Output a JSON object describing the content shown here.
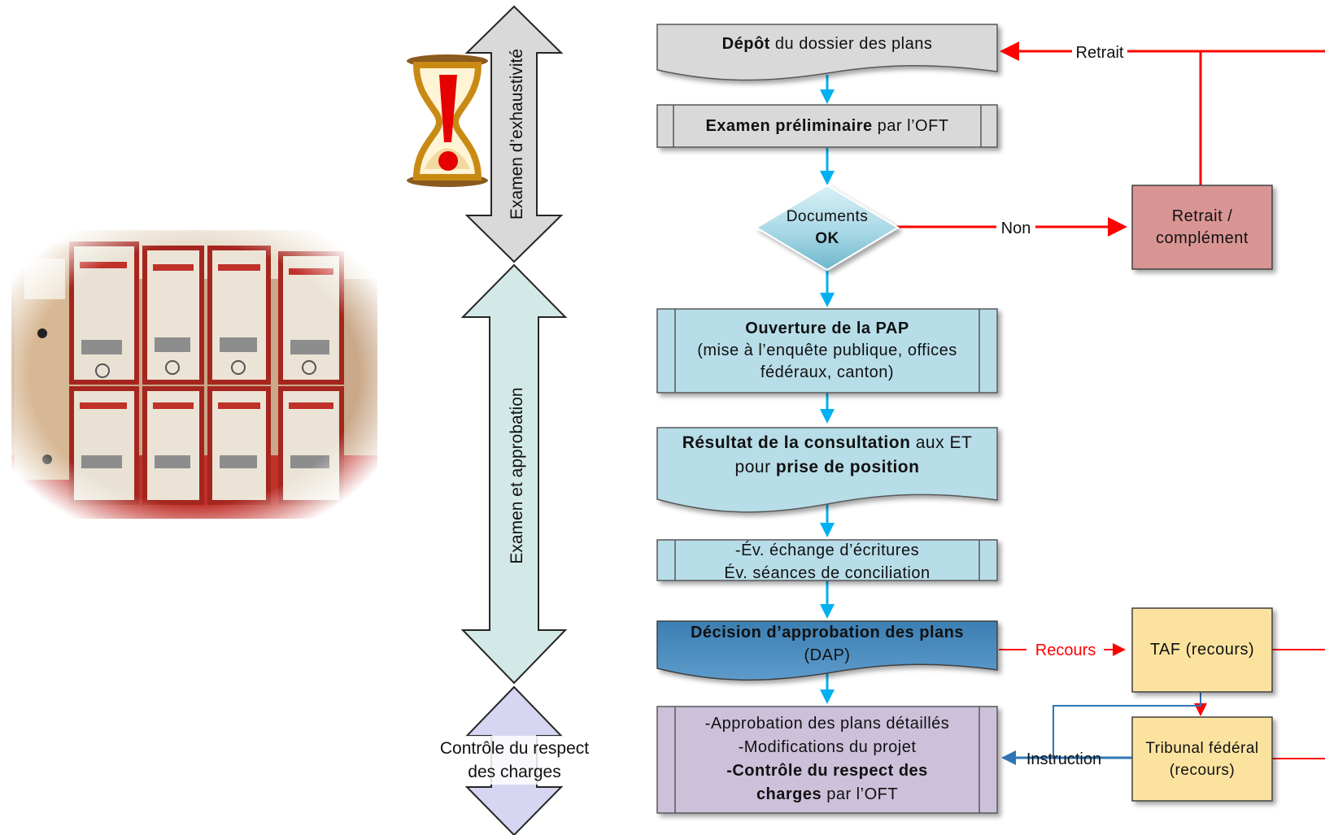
{
  "photo": {
    "kind": "photo-of-archive-boxes"
  },
  "phases": [
    {
      "label": "Examen d’exhaustivité",
      "color": "#d9d9d9"
    },
    {
      "label": "Examen et approbation",
      "color": "#d3e9e7"
    },
    {
      "label": "Contrôle du respect des charges",
      "color": "#d6d6f2"
    }
  ],
  "nodes": {
    "depot": {
      "bold": "Dépôt",
      "text": " du dossier des plans"
    },
    "examen_prelim": {
      "bold": "Examen préliminaire",
      "text": " par l’OFT"
    },
    "documents_ok": {
      "line1": "Documents",
      "line2": "OK"
    },
    "retrait_complement": {
      "line1": "Retrait /",
      "line2": "complément"
    },
    "ouverture_pap": {
      "bold": "Ouverture de la PAP",
      "line2": "(mise à l’enquête publique, offices",
      "line3": "fédéraux, canton)"
    },
    "resultat": {
      "bold": "Résultat de la consultation",
      "text": " aux ET",
      "line2a": "pour ",
      "line2b": "prise de position"
    },
    "echange": {
      "line1": "-Év. échange d’écritures",
      "line2": "Év. séances de conciliation"
    },
    "decision": {
      "line1": "Décision d’approbation des plans",
      "line2": "(DAP)"
    },
    "approbation": {
      "line1": "-Approbation des plans détaillés",
      "line2": "-Modifications du projet",
      "line3": "-Contrôle du respect des",
      "line4a": "charges",
      "line4b": " par l’OFT"
    },
    "taf": {
      "line1": "TAF (recours)"
    },
    "tribunal": {
      "line1": "Tribunal fédéral",
      "line2": "(recours)"
    }
  },
  "edges": {
    "retrait": "Retrait",
    "non": "Non",
    "recours": "Recours",
    "instruction": "Instruction"
  },
  "colors": {
    "grey_box": "#d9d9d9",
    "teal_box": "#b7dde8",
    "blue_box": "#4f8fc0",
    "lavender_box": "#ccc0da",
    "red_box": "#d99594",
    "yellow_box": "#fbe39f",
    "red_line": "#ff0000",
    "blue_line": "#00b0f0"
  }
}
